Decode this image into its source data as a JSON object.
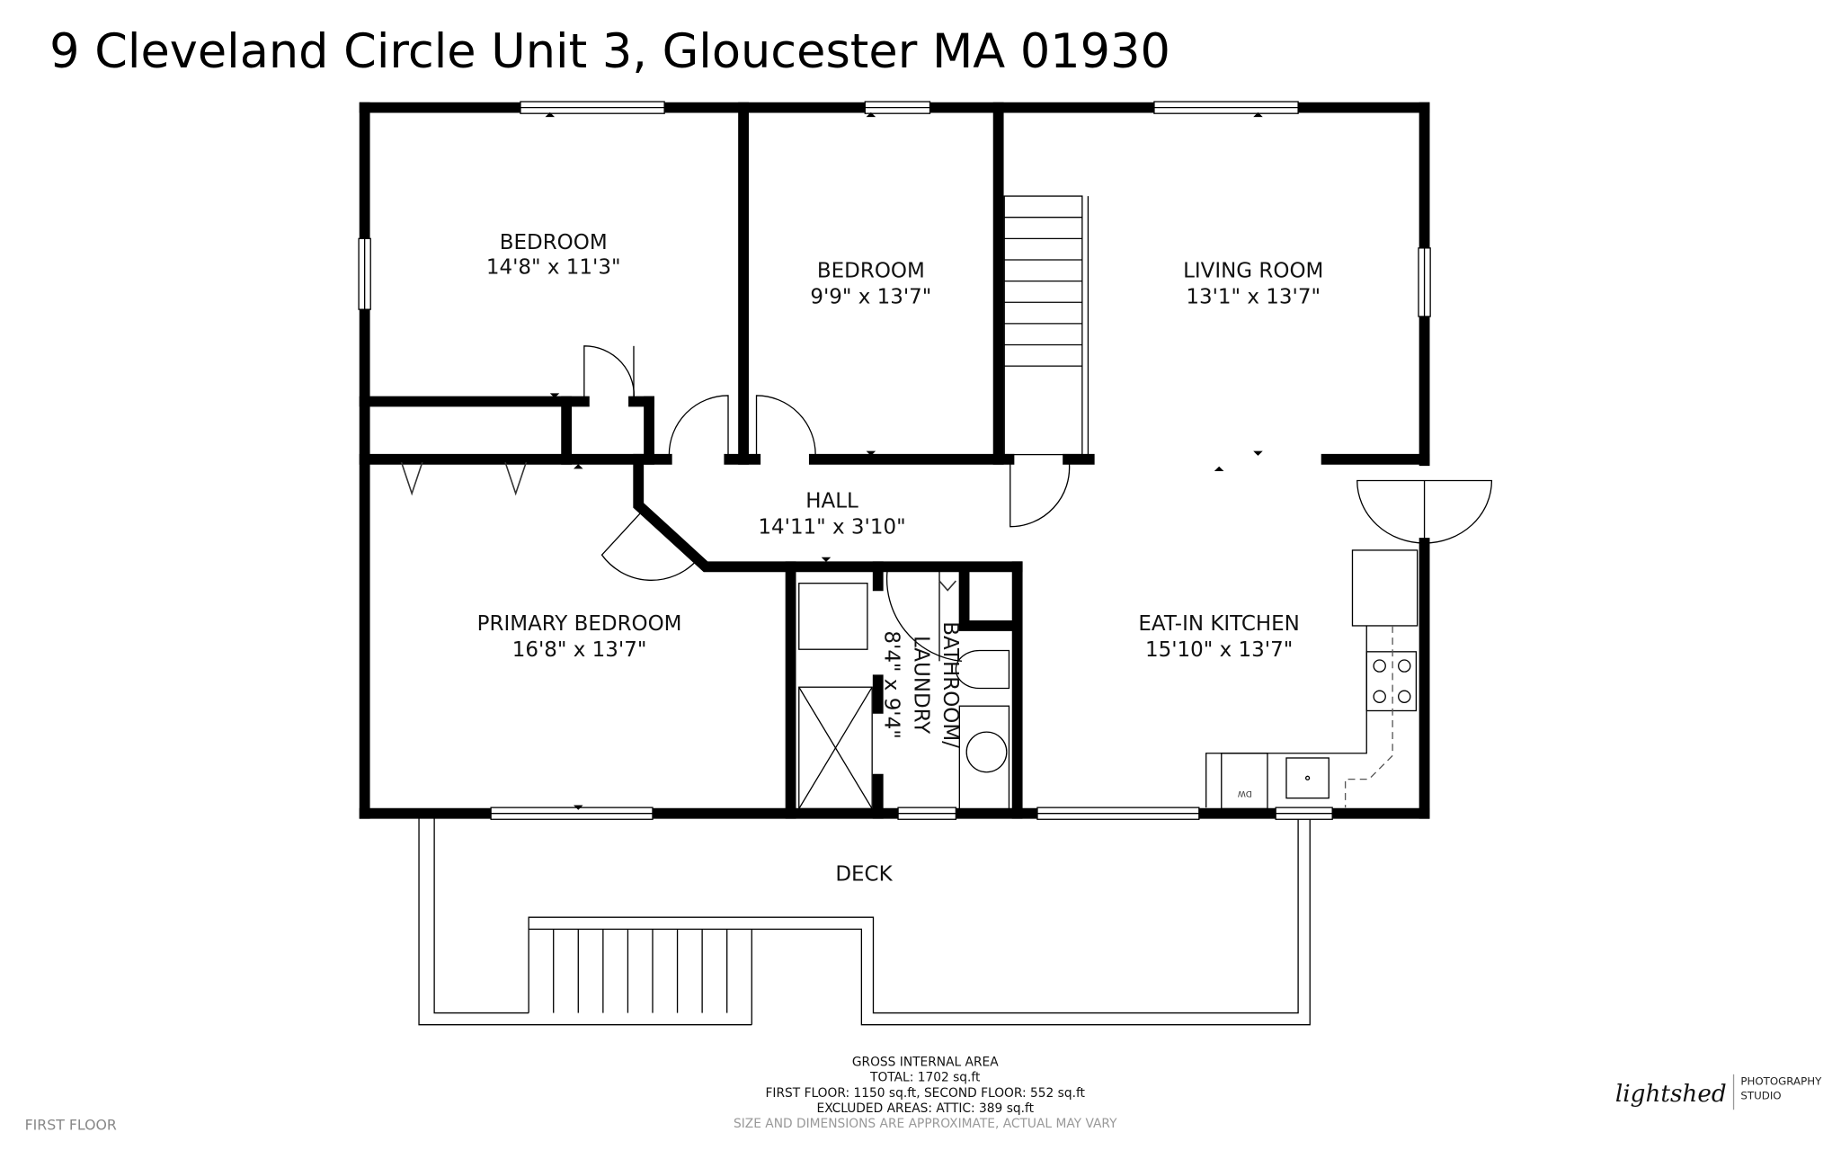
{
  "title": "9 Cleveland Circle Unit 3, Gloucester MA 01930",
  "rooms": [
    {
      "name": "BEDROOM",
      "dims": "14'8\" x 11'3\""
    },
    {
      "name": "BEDROOM",
      "dims": "9'9\" x 13'7\""
    },
    {
      "name": "LIVING ROOM",
      "dims": "13'1\" x 13'7\""
    },
    {
      "name": "HALL",
      "dims": "14'11\" x 3'10\""
    },
    {
      "name": "PRIMARY BEDROOM",
      "dims": "16'8\" x 13'7\""
    },
    {
      "name": "BATHROOM/",
      "name2": "LAUNDRY",
      "dims": "8'4\" x 9'4\""
    },
    {
      "name": "EAT-IN KITCHEN",
      "dims": "15'10\" x 13'7\""
    },
    {
      "name": "DECK"
    }
  ],
  "appliance_label": "DW",
  "area": {
    "heading": "GROSS INTERNAL AREA",
    "total": "TOTAL: 1702 sq.ft",
    "floors": "FIRST FLOOR: 1150 sq.ft, SECOND FLOOR: 552 sq.ft",
    "excluded": "EXCLUDED AREAS: ATTIC: 389 sq.ft",
    "disclaimer": "SIZE AND DIMENSIONS ARE APPROXIMATE, ACTUAL MAY VARY"
  },
  "floor_label": "FIRST FLOOR",
  "logo": {
    "script": "lightshed",
    "line1": "PHOTOGRAPHY",
    "line2": "STUDIO"
  }
}
